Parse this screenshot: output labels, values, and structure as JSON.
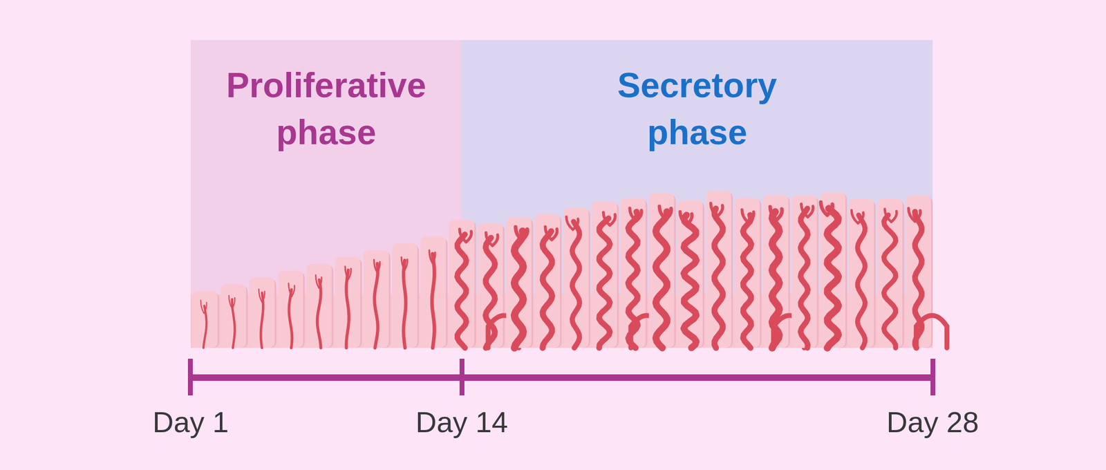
{
  "diagram": {
    "nodes": [
      {
        "text": [
          "Proliferative phase"
        ]
      },
      {
        "text": [
          "Secretory phase"
        ]
      }
    ],
    "labels": [
      "Day 1",
      "Day 14",
      "Day 28"
    ]
  }
}
